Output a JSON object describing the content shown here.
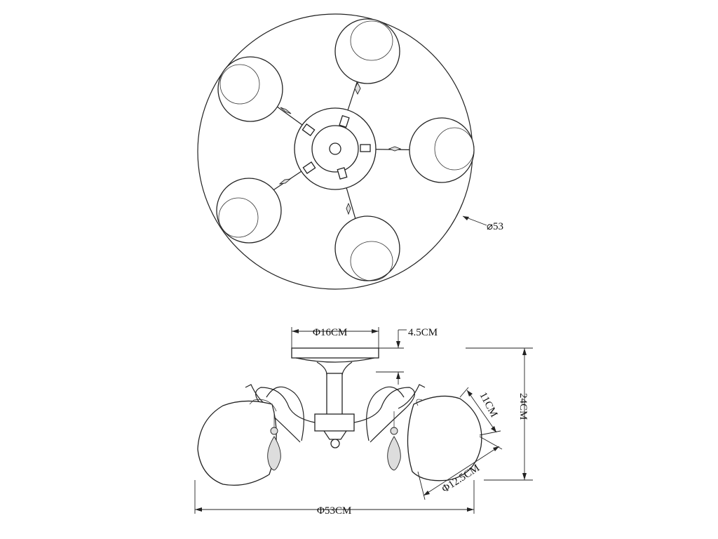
{
  "top_view": {
    "outer_diameter_label": "⌀53"
  },
  "side_view": {
    "canopy_diameter_label": "Φ16CM",
    "canopy_height_label": "4.5CM",
    "total_height_label": "24CM",
    "shade_height_label": "11CM",
    "shade_diameter_label": "Φ12.5CM",
    "total_width_label": "Φ53CM"
  },
  "colors": {
    "line": "#222222",
    "background": "#ffffff"
  }
}
